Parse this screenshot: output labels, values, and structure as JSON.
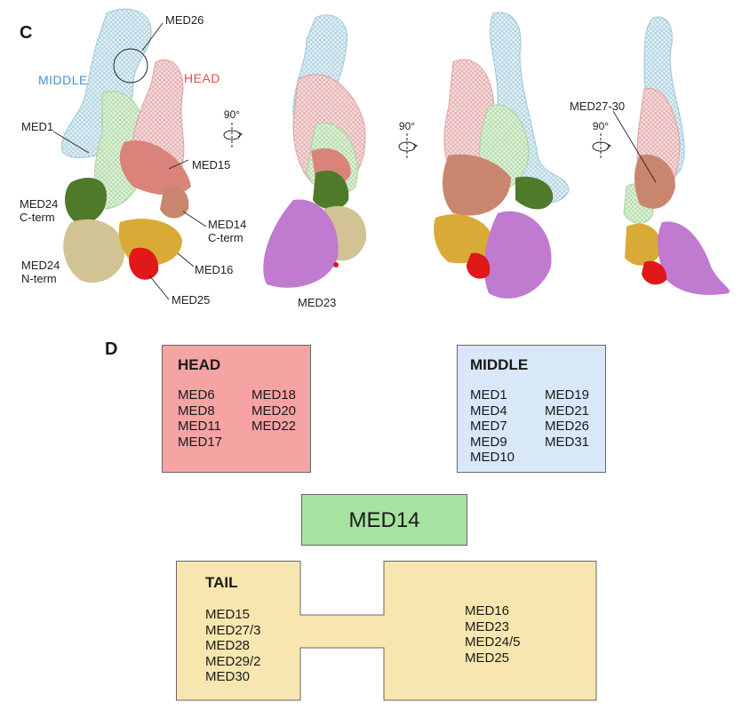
{
  "panel_c": {
    "letter": "C",
    "labels": {
      "med26": "MED26",
      "middle": "MIDDLE",
      "head": "HEAD",
      "med1": "MED1",
      "med15": "MED15",
      "med24c_1": "MED24",
      "med24c_2": "C-term",
      "med14c_1": "MED14",
      "med14c_2": "C-term",
      "med24n_1": "MED24",
      "med24n_2": "N-term",
      "med16": "MED16",
      "med25": "MED25",
      "med23": "MED23",
      "med27_30": "MED27-30"
    },
    "rotation_label": "90°"
  },
  "panel_d": {
    "letter": "D",
    "head": {
      "title": "HEAD",
      "col1": [
        "MED6",
        "MED8",
        "MED11",
        "MED17"
      ],
      "col2": [
        "MED18",
        "MED20",
        "MED22"
      ]
    },
    "middle": {
      "title": "MIDDLE",
      "col1": [
        "MED1",
        "MED4",
        "MED7",
        "MED9",
        "MED10"
      ],
      "col2": [
        "MED19",
        "MED21",
        "MED26",
        "MED31"
      ]
    },
    "med14": {
      "title": "MED14"
    },
    "tail": {
      "title": "TAIL",
      "col_left": [
        "MED15",
        "MED27/3",
        "MED28",
        "MED29/2",
        "MED30"
      ],
      "col_right": [
        "MED16",
        "MED23",
        "MED24/5",
        "MED25"
      ]
    },
    "colors": {
      "head": "#f5a3a3",
      "middle": "#d8e8f8",
      "med14": "#a8e2a0",
      "tail": "#f8e6b0"
    }
  }
}
